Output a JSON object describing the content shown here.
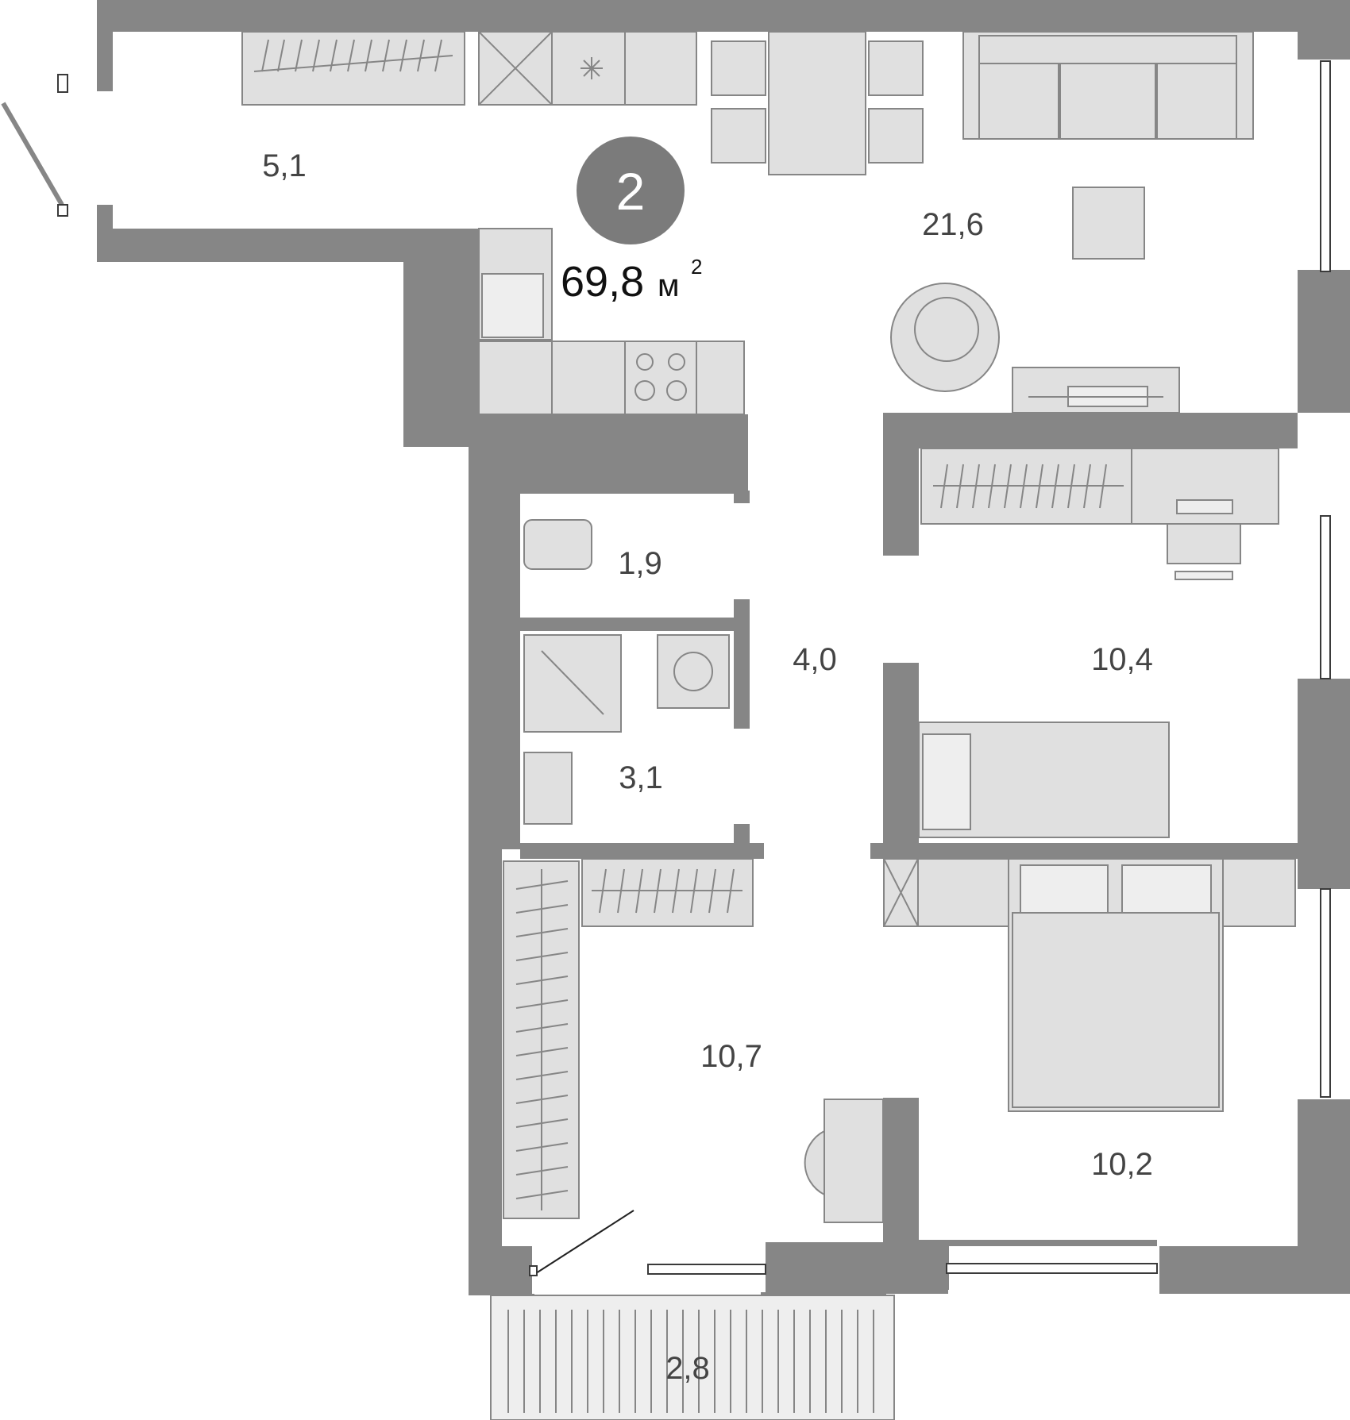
{
  "apartment": {
    "rooms_count": "2",
    "total_area": "69,8",
    "area_unit": "м",
    "area_unit_exponent": "2"
  },
  "rooms": [
    {
      "id": "loggia-top",
      "area": "5,1"
    },
    {
      "id": "living-kitchen",
      "area": "21,6"
    },
    {
      "id": "wc",
      "area": "1,9"
    },
    {
      "id": "corridor",
      "area": "4,0"
    },
    {
      "id": "bathroom",
      "area": "3,1"
    },
    {
      "id": "bedroom-small",
      "area": "10,4"
    },
    {
      "id": "hall",
      "area": "10,7"
    },
    {
      "id": "bedroom-large",
      "area": "10,2"
    },
    {
      "id": "balcony",
      "area": "2,8"
    }
  ],
  "colors": {
    "wall": "#868686",
    "furniture_fill": "#e0e0e0",
    "badge": "#7b7b7b",
    "label": "#444444"
  }
}
